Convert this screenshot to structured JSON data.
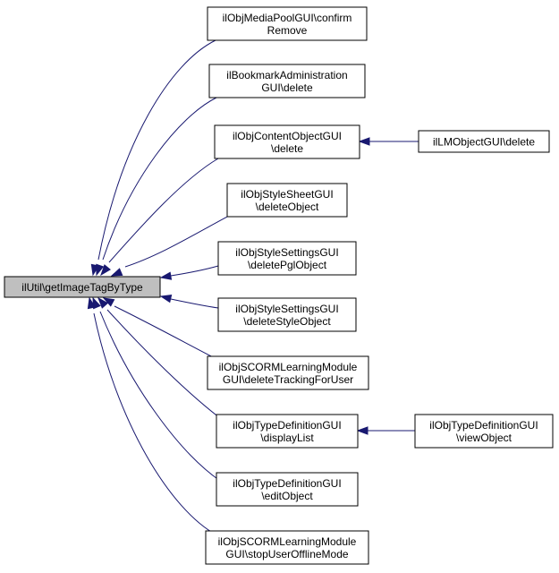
{
  "focus": {
    "id": "focus",
    "lines": [
      "ilUtil\\getImageTagByType"
    ]
  },
  "nodes": [
    {
      "id": "n1",
      "lines": [
        "ilObjMediaPoolGUI\\confirm",
        "Remove"
      ]
    },
    {
      "id": "n2",
      "lines": [
        "ilBookmarkAdministration",
        "GUI\\delete"
      ]
    },
    {
      "id": "n3",
      "lines": [
        "ilObjContentObjectGUI",
        "\\delete"
      ]
    },
    {
      "id": "n3b",
      "lines": [
        "ilLMObjectGUI\\delete"
      ]
    },
    {
      "id": "n4",
      "lines": [
        "ilObjStyleSheetGUI",
        "\\deleteObject"
      ]
    },
    {
      "id": "n5",
      "lines": [
        "ilObjStyleSettingsGUI",
        "\\deletePglObject"
      ]
    },
    {
      "id": "n6",
      "lines": [
        "ilObjStyleSettingsGUI",
        "\\deleteStyleObject"
      ]
    },
    {
      "id": "n7",
      "lines": [
        "ilObjSCORMLearningModule",
        "GUI\\deleteTrackingForUser"
      ]
    },
    {
      "id": "n8",
      "lines": [
        "ilObjTypeDefinitionGUI",
        "\\displayList"
      ]
    },
    {
      "id": "n8b",
      "lines": [
        "ilObjTypeDefinitionGUI",
        "\\viewObject"
      ]
    },
    {
      "id": "n9",
      "lines": [
        "ilObjTypeDefinitionGUI",
        "\\editObject"
      ]
    },
    {
      "id": "n10",
      "lines": [
        "ilObjSCORMLearningModule",
        "GUI\\stopUserOfflineMode"
      ]
    }
  ],
  "edges": [
    {
      "from": "n1",
      "to": "focus"
    },
    {
      "from": "n2",
      "to": "focus"
    },
    {
      "from": "n3",
      "to": "focus"
    },
    {
      "from": "n4",
      "to": "focus"
    },
    {
      "from": "n5",
      "to": "focus"
    },
    {
      "from": "n6",
      "to": "focus"
    },
    {
      "from": "n7",
      "to": "focus"
    },
    {
      "from": "n8",
      "to": "focus"
    },
    {
      "from": "n9",
      "to": "focus"
    },
    {
      "from": "n10",
      "to": "focus"
    },
    {
      "from": "n3b",
      "to": "n3"
    },
    {
      "from": "n8b",
      "to": "n8"
    }
  ],
  "colors": {
    "edge": "#191970",
    "focus_fill": "#bfbfbf",
    "node_fill": "#ffffff"
  }
}
